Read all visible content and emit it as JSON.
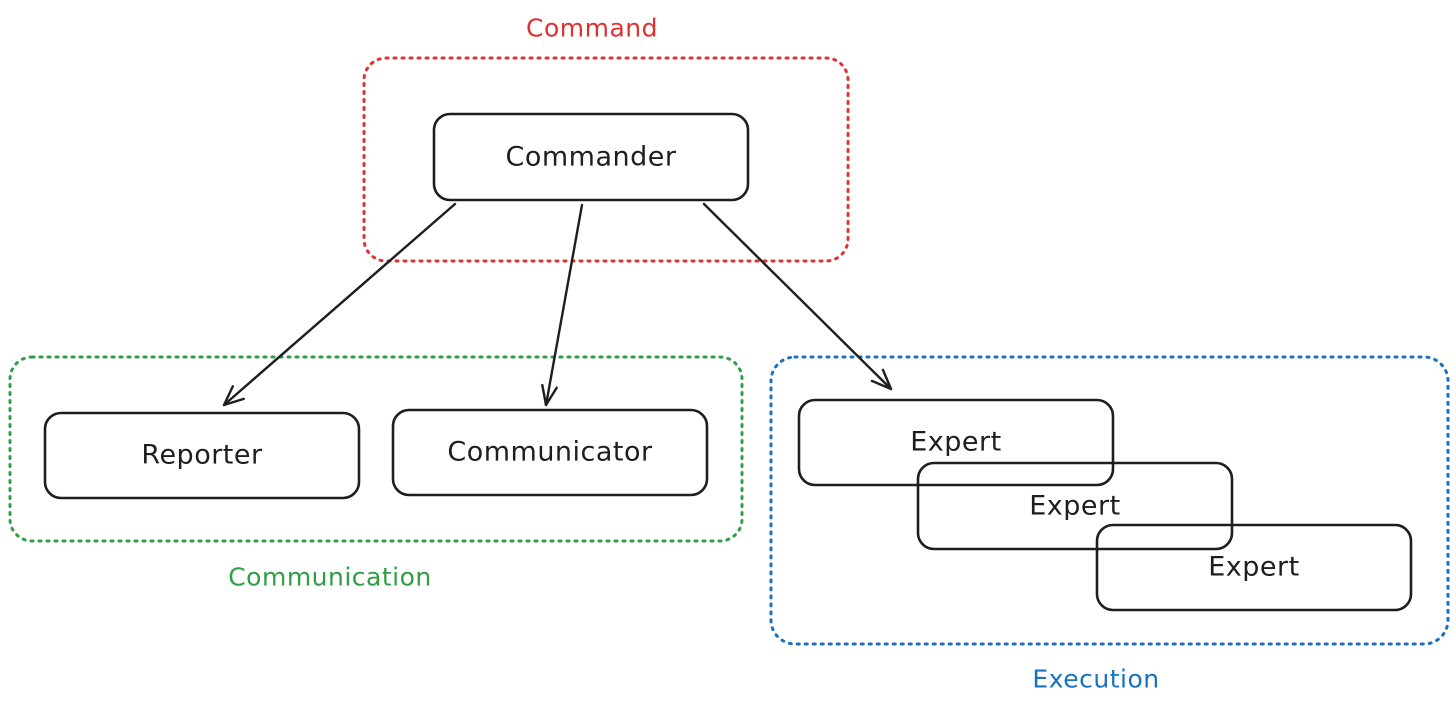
{
  "groups": {
    "command": {
      "label": "Command",
      "color": "#e03131"
    },
    "communication": {
      "label": "Communication",
      "color": "#2f9e44"
    },
    "execution": {
      "label": "Execution",
      "color": "#1971c2"
    }
  },
  "nodes": {
    "commander": "Commander",
    "reporter": "Reporter",
    "communicator": "Communicator",
    "expert_1": "Expert",
    "expert_2": "Expert",
    "expert_3": "Expert"
  },
  "edges": [
    {
      "from": "Commander",
      "to": "Reporter"
    },
    {
      "from": "Commander",
      "to": "Communicator"
    },
    {
      "from": "Commander",
      "to": "Expert"
    }
  ],
  "colors": {
    "stroke": "#1e1e1e",
    "background": "#ffffff"
  }
}
